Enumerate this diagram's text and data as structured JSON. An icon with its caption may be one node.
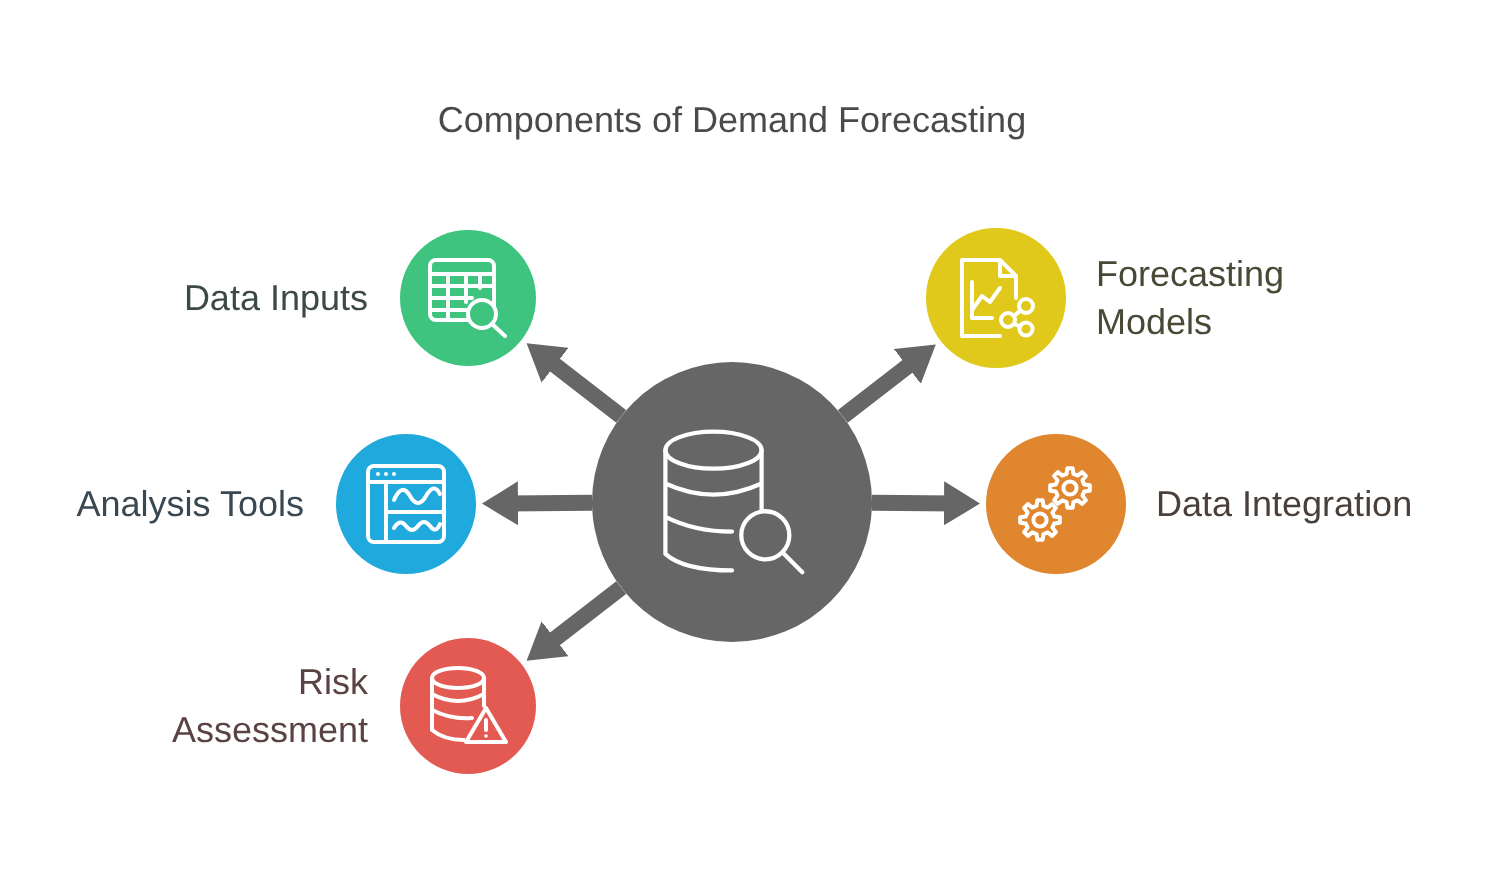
{
  "diagram": {
    "title": "Components of Demand Forecasting",
    "nodes": [
      {
        "text": [],
        "shape": "circle"
      },
      {
        "text": [],
        "shape": "circle",
        "beside": [
          "Data Inputs"
        ]
      },
      {
        "text": [],
        "shape": "circle",
        "beside": [
          "Forecasting Models"
        ]
      },
      {
        "text": [],
        "shape": "circle",
        "beside": [
          "Analysis Tools"
        ]
      },
      {
        "text": [],
        "shape": "circle",
        "beside": [
          "Data Integration"
        ]
      },
      {
        "text": [],
        "shape": "circle",
        "beside": [
          "Risk Assessment"
        ]
      }
    ],
    "edges": [
      {
        "from": 0,
        "to": 1,
        "arrow": "to"
      },
      {
        "from": 0,
        "to": 2,
        "arrow": "to"
      },
      {
        "from": 0,
        "to": 3,
        "arrow": "to"
      },
      {
        "from": 0,
        "to": 4,
        "arrow": "to"
      },
      {
        "from": 0,
        "to": 5,
        "arrow": "to"
      }
    ]
  }
}
